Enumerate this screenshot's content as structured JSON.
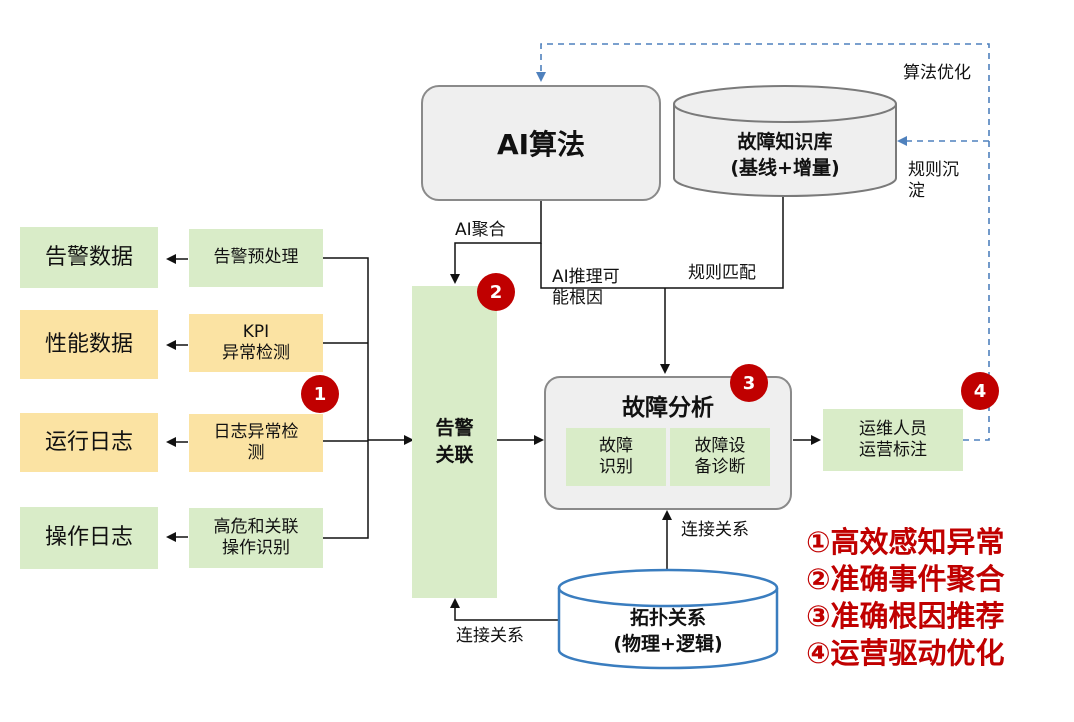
{
  "sources": [
    {
      "label": "告警数据"
    },
    {
      "label": "性能数据"
    },
    {
      "label": "运行日志"
    },
    {
      "label": "操作日志"
    }
  ],
  "preprocess": [
    {
      "label": "告警预处理"
    },
    {
      "label": "KPI\n异常检测"
    },
    {
      "label": "日志异常检\n测"
    },
    {
      "label": "高危和关联\n操作识别"
    }
  ],
  "correlation": {
    "label": "告警\n关联"
  },
  "ai_algorithm": {
    "label": "AI算法"
  },
  "knowledge_base": {
    "title": "故障知识库",
    "subtitle": "(基线+增量)"
  },
  "topology": {
    "title": "拓扑关系",
    "subtitle": "(物理+逻辑)"
  },
  "analysis": {
    "title": "故障分析",
    "sub1": "故障\n识别",
    "sub2": "故障设\n备诊断"
  },
  "ops": {
    "label": "运维人员\n运营标注"
  },
  "edge_labels": {
    "ai_aggregate": "AI聚合",
    "ai_inference": "AI推理可\n能根因",
    "rule_match": "规则匹配",
    "connection_right": "连接关系",
    "connection_left": "连接关系",
    "algo_optimize": "算法优化",
    "rule_deposit": "规则沉\n淀"
  },
  "badges": [
    "1",
    "2",
    "3",
    "4"
  ],
  "summary": [
    "①高效感知异常",
    "②准确事件聚合",
    "③准确根因推荐",
    "④运营驱动优化"
  ],
  "colors": {
    "green": "#d9ecc8",
    "yellow": "#fbe3a3",
    "badge_red": "#c00000",
    "dashed_blue": "#4f81bd"
  }
}
